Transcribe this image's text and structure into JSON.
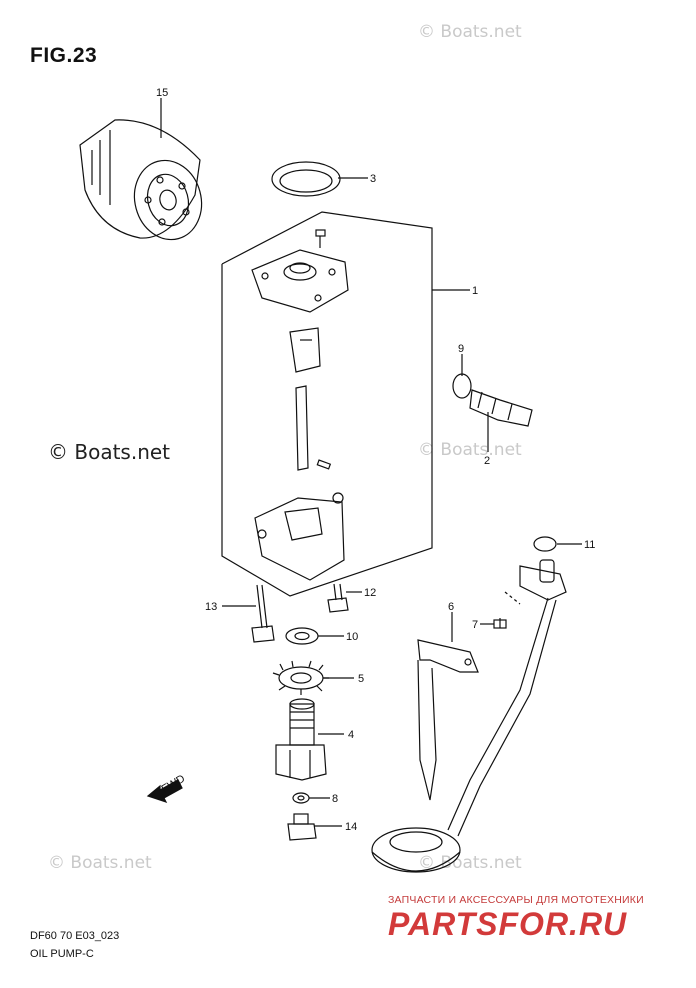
{
  "figure": {
    "title": "FIG.23",
    "code": "DF60 70 E03_023",
    "name": "OIL PUMP-C"
  },
  "watermarks": {
    "text": "© Boats.net",
    "center_text": "© Boats.net"
  },
  "brand": {
    "tagline": "ЗАПЧАСТИ И АКСЕССУАРЫ ДЛЯ МОТОТЕХНИКИ",
    "logo_text": "PARTSFOR.RU",
    "color": "#d23a3a"
  },
  "parts": [
    {
      "number": "1"
    },
    {
      "number": "2"
    },
    {
      "number": "3"
    },
    {
      "number": "4"
    },
    {
      "number": "5"
    },
    {
      "number": "6"
    },
    {
      "number": "7"
    },
    {
      "number": "8"
    },
    {
      "number": "9"
    },
    {
      "number": "10"
    },
    {
      "number": "11"
    },
    {
      "number": "12"
    },
    {
      "number": "13"
    },
    {
      "number": "14"
    },
    {
      "number": "15"
    }
  ],
  "fwd_arrow_label": "FWD"
}
